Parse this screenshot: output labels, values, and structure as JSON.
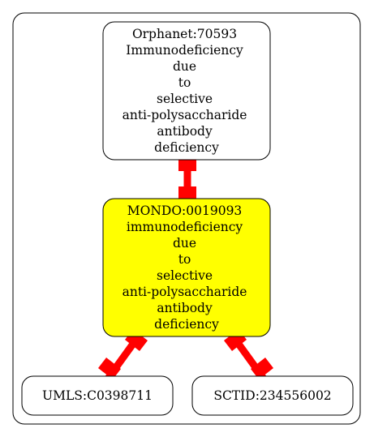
{
  "graph": {
    "nodes": {
      "orphanet": {
        "lines": [
          "Orphanet:70593",
          "Immunodeficiency",
          "due",
          "to",
          "selective",
          "anti-polysaccharide",
          "antibody",
          "deficiency"
        ],
        "fill": "#ffffff"
      },
      "mondo": {
        "lines": [
          "MONDO:0019093",
          "immunodeficiency",
          "due",
          "to",
          "selective",
          "anti-polysaccharide",
          "antibody",
          "deficiency"
        ],
        "fill": "#ffff00"
      },
      "umls": {
        "lines": [
          "UMLS:C0398711"
        ],
        "fill": "#ffffff"
      },
      "sctid": {
        "lines": [
          "SCTID:234556002"
        ],
        "fill": "#ffffff"
      }
    },
    "edges": [
      {
        "from": "orphanet",
        "to": "mondo",
        "color": "#ff0000"
      },
      {
        "from": "mondo",
        "to": "umls",
        "color": "#ff0000"
      },
      {
        "from": "mondo",
        "to": "sctid",
        "color": "#ff0000"
      }
    ]
  }
}
